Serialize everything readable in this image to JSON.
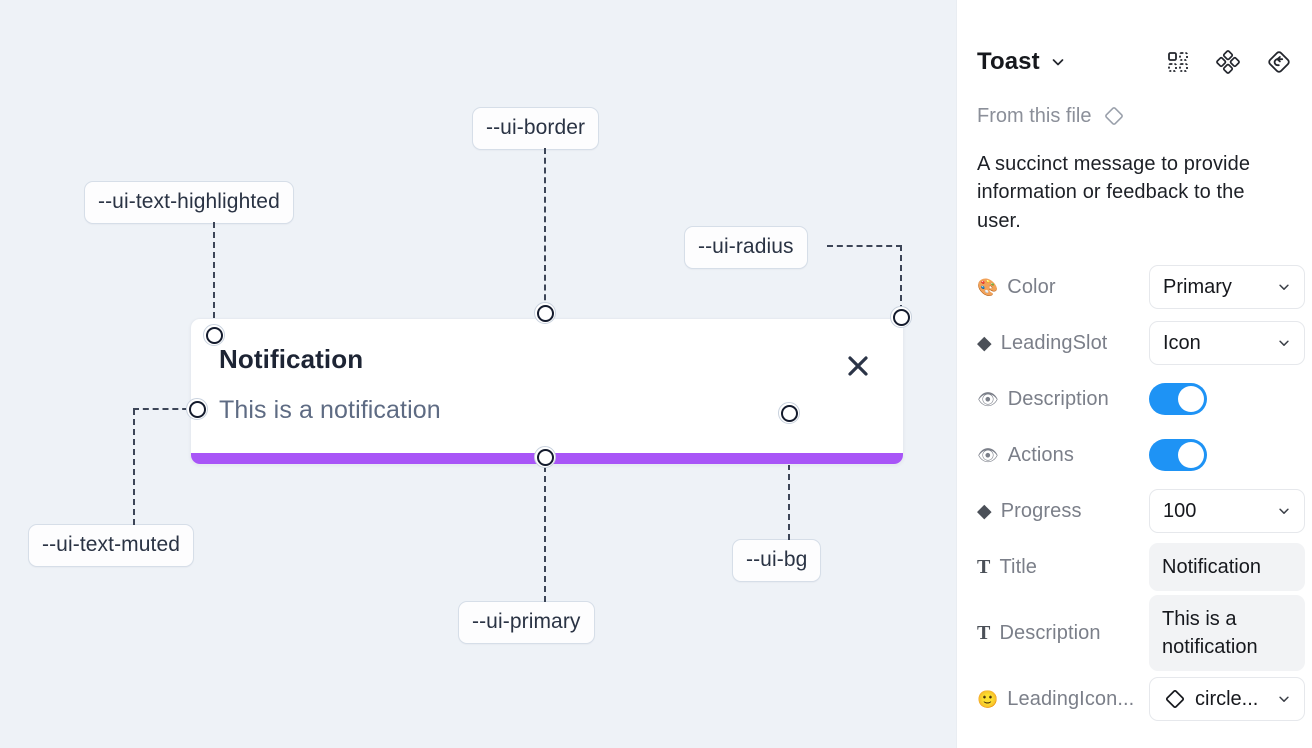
{
  "canvas": {
    "background_color": "#eef2f7",
    "annotations": [
      {
        "id": "ui-border",
        "label": "--ui-border"
      },
      {
        "id": "ui-text-highlighted",
        "label": "--ui-text-highlighted"
      },
      {
        "id": "ui-radius",
        "label": "--ui-radius"
      },
      {
        "id": "ui-text-muted",
        "label": "--ui-text-muted"
      },
      {
        "id": "ui-primary",
        "label": "--ui-primary"
      },
      {
        "id": "ui-bg",
        "label": "--ui-bg"
      }
    ],
    "toast": {
      "title": "Notification",
      "description": "This is a notification",
      "close_icon": "close-icon",
      "progress_color": "#a855f7",
      "background_color": "#ffffff",
      "border_color": "#e7ebf1"
    }
  },
  "panel": {
    "title": "Toast",
    "title_chevron": "chevron-down-icon",
    "header_icons": [
      "component-grid-icon",
      "variants-diamond-icon",
      "reset-diamond-icon"
    ],
    "from_this_file": {
      "label": "From this file",
      "icon": "diamond-outline-icon"
    },
    "description": "A succinct message to provide information or feedback to the user.",
    "properties": [
      {
        "icon": "palette-emoji",
        "emoji": "🎨",
        "label": "Color",
        "type": "select",
        "value": "Primary"
      },
      {
        "icon": "diamond-glyph",
        "glyph": "◆",
        "label": "LeadingSlot",
        "type": "select",
        "value": "Icon"
      },
      {
        "icon": "eye-emoji",
        "emoji": "👁",
        "label": "Description",
        "type": "toggle",
        "value": "on"
      },
      {
        "icon": "eye-emoji",
        "emoji": "👁",
        "label": "Actions",
        "type": "toggle",
        "value": "on"
      },
      {
        "icon": "diamond-glyph",
        "glyph": "◆",
        "label": "Progress",
        "type": "select",
        "value": "100"
      },
      {
        "icon": "text-glyph",
        "glyph": "T",
        "label": "Title",
        "type": "text",
        "value": "Notification"
      },
      {
        "icon": "text-glyph",
        "glyph": "T",
        "label": "Description",
        "type": "textarea",
        "value": "This is a notification"
      },
      {
        "icon": "smiley-emoji",
        "emoji": "🙂",
        "label": "LeadingIcon...",
        "type": "icon-select",
        "value": "circle..."
      }
    ],
    "accent_color": "#1e93f5"
  }
}
